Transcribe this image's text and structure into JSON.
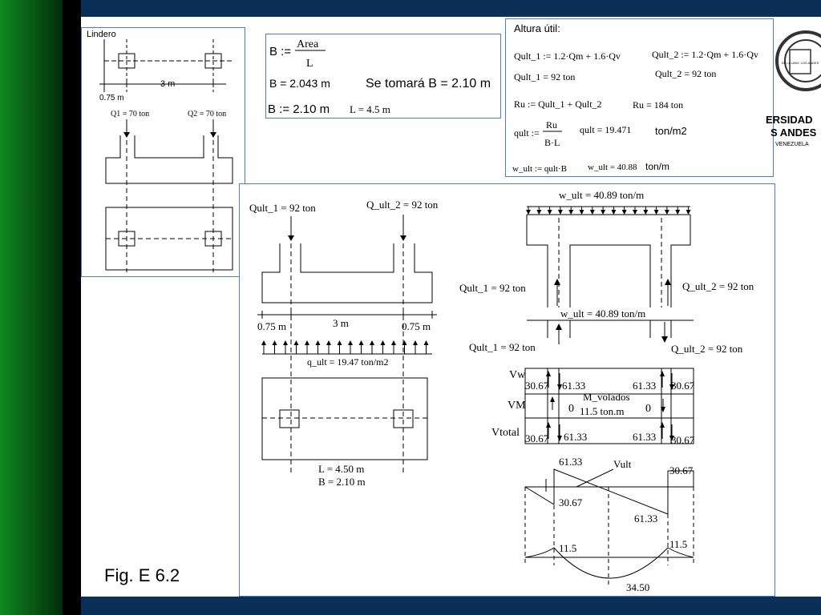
{
  "caption": "Fig. E 6.2",
  "logo": {
    "line1": "ERSIDAD",
    "line2": "S ANDES",
    "line3": "VENEZUELA",
    "seal": "DE LA UNIV. LOS ANDES"
  },
  "panel_a": {
    "lindero": "Lindero",
    "dim_075": "0.75 m",
    "dim_3": "3 m",
    "q1": "Q1 = 70 ton",
    "q2": "Q2 = 70 ton"
  },
  "panel_b": {
    "l1_lhs": "B :=",
    "l1_num": "Area",
    "l1_den": "L",
    "l2": "B = 2.043   m",
    "l2b": "Se tomará B = 2.10  m",
    "l3": "B := 2.10   m",
    "l3b": "L = 4.5 m"
  },
  "panel_c": {
    "title": "Altura útil:",
    "qult1_def": "Qult_1 := 1.2·Qm + 1.6·Qv",
    "qult2_def": "Qult_2 := 1.2·Qm + 1.6·Qv",
    "qult1_val": "Qult_1 = 92   ton",
    "qult2_val": "Qult_2 = 92 ton",
    "ru_def": "Ru := Qult_1 + Qult_2",
    "ru_val": "Ru = 184  ton",
    "qult_lhs": "qult :=",
    "qult_num": "Ru",
    "qult_den": "B·L",
    "qult_val": "qult = 19.471",
    "qult_unit": "ton/m2",
    "wult_def": "w_ult := qult·B",
    "wult_val": "w_ult = 40.88",
    "wult_unit": "ton/m"
  },
  "panel_d": {
    "qult1": "Qult_1 = 92 ton",
    "qult2": "Q_ult_2 = 92 ton",
    "dim_a": "0.75 m",
    "dim_b": "3 m",
    "dim_c": "0.75 m",
    "q_ult": "q_ult = 19.47 ton/m2",
    "L": "L = 4.50 m",
    "B": "B = 2.10 m",
    "w_ult_top": "w_ult = 40.89 ton/m",
    "frame_left": "Qult_1 = 92 ton",
    "frame_right": "Q_ult_2 = 92 ton",
    "w_ult_mid": "w_ult = 40.89 ton/m",
    "beam_left": "Qult_1 = 92 ton",
    "beam_right": "Q_ult_2 = 92 ton",
    "row_vw": "Vw",
    "row_vm": "VM",
    "row_vt": "Vtotal",
    "v3067": "30.67",
    "v6133": "61.33",
    "mvol1": "M_volados",
    "mvol2": "11.5 ton.m",
    "zero": "0",
    "vult": "Vult",
    "m115": "11.5",
    "m345": "34.50"
  }
}
